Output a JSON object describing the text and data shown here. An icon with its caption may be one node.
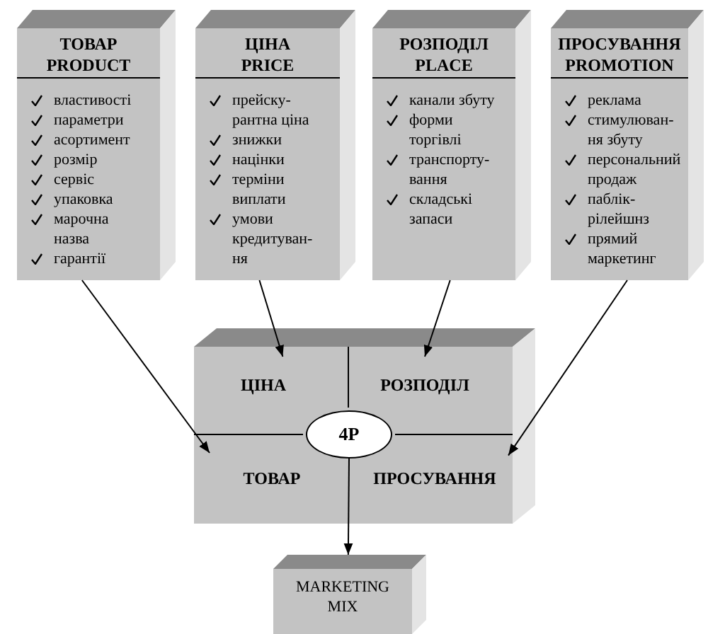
{
  "diagram": {
    "nodes": [
      {
        "text": [
          "ТОВАР PRODUCT",
          "властивості",
          "параметри",
          "асортимент",
          "розмір",
          "сервіс",
          "упаковка",
          "марочна назва",
          "гарантії"
        ]
      },
      {
        "text": [
          "ЦІНА PRICE",
          "прейску- рантна ціна",
          "знижки",
          "націнки",
          "терміни виплати",
          "умови кредитуван- ня"
        ]
      },
      {
        "text": [
          "РОЗПОДІЛ PLACE",
          "канали збуту",
          "форми торгівлі",
          "транспорту- вання",
          "складські запаси"
        ]
      },
      {
        "text": [
          "ПРОСУВАННЯ PROMOTION",
          "реклама",
          "стимулюван- ня збуту",
          "персональний продаж",
          "паблік- рілейшнз",
          "прямий маркетинг"
        ]
      },
      {
        "text": [],
        "shape": "box"
      },
      {
        "text": [
          "ЦІНА"
        ],
        "in": 4
      },
      {
        "text": [
          "РОЗПОДІЛ"
        ],
        "in": 4
      },
      {
        "text": [
          "ТОВАР"
        ],
        "in": 4
      },
      {
        "text": [
          "ПРОСУВАННЯ"
        ],
        "in": 4
      },
      {
        "text": [
          "4P"
        ],
        "in": 4
      },
      {
        "text": [
          "MARKETING MIX"
        ]
      }
    ],
    "edges": [
      {
        "from": 0,
        "to": 7,
        "arrow": "to"
      },
      {
        "from": 1,
        "to": 5,
        "arrow": "to"
      },
      {
        "from": 2,
        "to": 6,
        "arrow": "to"
      },
      {
        "from": 3,
        "to": 8,
        "arrow": "to"
      },
      {
        "from": 9,
        "to": 10,
        "arrow": "to"
      }
    ]
  }
}
